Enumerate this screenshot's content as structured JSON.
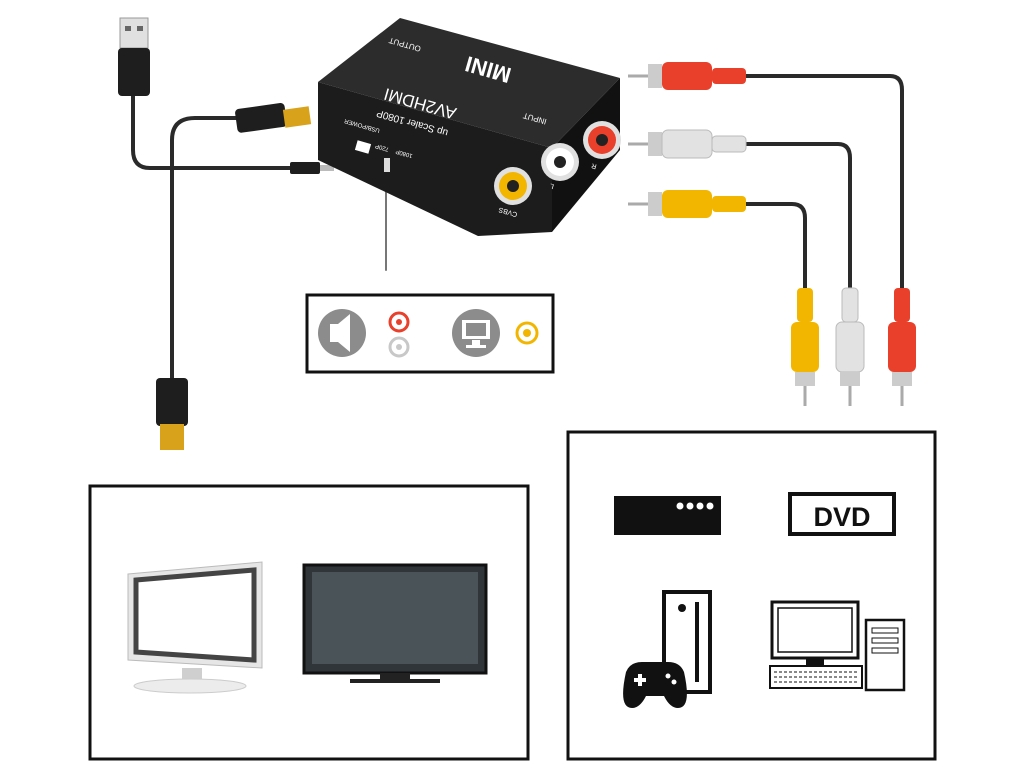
{
  "converter": {
    "brand": "MINI",
    "model": "AV2HDMI",
    "subtitle": "up Scaler 1080P",
    "output_label": "OUTPUT",
    "input_label": "INPUT",
    "usb_power_label": "USB/POWER",
    "res_720_label": "720P",
    "res_1080_label": "1080P",
    "cvbs_label": "CVBS",
    "l_label": "L",
    "r_label": "R"
  },
  "sources": {
    "dvd_label": "DVD"
  },
  "colors": {
    "device_body": "#1c1c1c",
    "rca_red": "#e8402a",
    "rca_white": "#d9d9d9",
    "rca_yellow": "#f2b600",
    "hdmi_gold": "#d8a21a",
    "cable": "#2a2a2a",
    "icon_gray": "#8c8c8c"
  },
  "icons": {
    "legend_audio": "speaker-icon",
    "legend_video": "monitor-icon",
    "display_1": "desktop-monitor-icon",
    "display_2": "television-icon",
    "source_1": "set-top-box-icon",
    "source_2": "dvd-player-icon",
    "source_3": "game-console-icon",
    "source_4": "desktop-computer-icon"
  }
}
